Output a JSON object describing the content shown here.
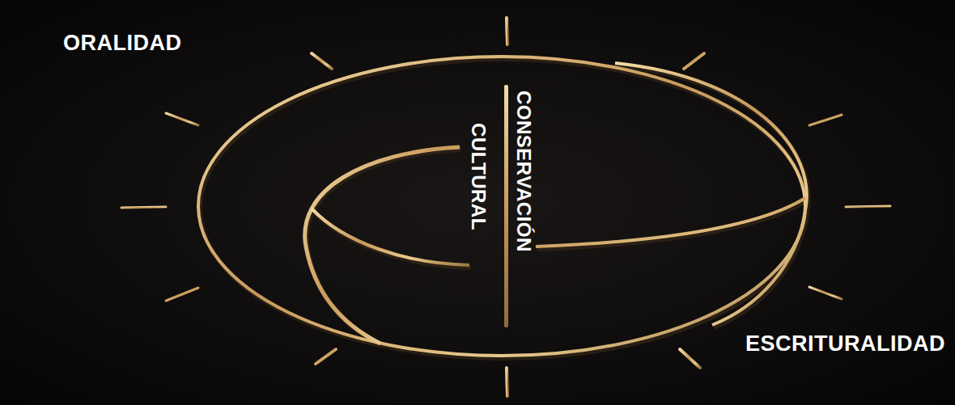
{
  "diagram": {
    "labels": [
      "ORALIDAD",
      "CONSERVACIÓN",
      "CULTURAL",
      "ESCRITURALIDAD"
    ]
  }
}
